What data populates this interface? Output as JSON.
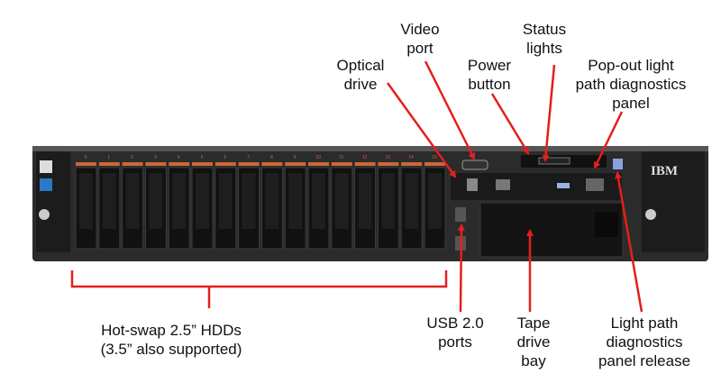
{
  "labels": {
    "optical_drive": "Optical\ndrive",
    "video_port": "Video\nport",
    "power_button": "Power\nbutton",
    "status_lights": "Status\nlights",
    "popout_panel": "Pop-out light\npath diagnostics\npanel",
    "hdds": "Hot-swap 2.5” HDDs\n(3.5” also supported)",
    "usb_ports": "USB 2.0\nports",
    "tape_bay": "Tape\ndrive\nbay",
    "panel_release": "Light path\ndiagnostics\npanel release"
  },
  "server": {
    "brand": "IBM",
    "drive_bay_numbers": [
      "0",
      "1",
      "2",
      "3",
      "4",
      "5",
      "6",
      "7",
      "8",
      "9",
      "10",
      "11",
      "12",
      "13",
      "14",
      "15"
    ]
  },
  "colors": {
    "arrow": "#e3201b",
    "chassis": "#2a2a2a",
    "bay_tab": "#c9693a"
  }
}
